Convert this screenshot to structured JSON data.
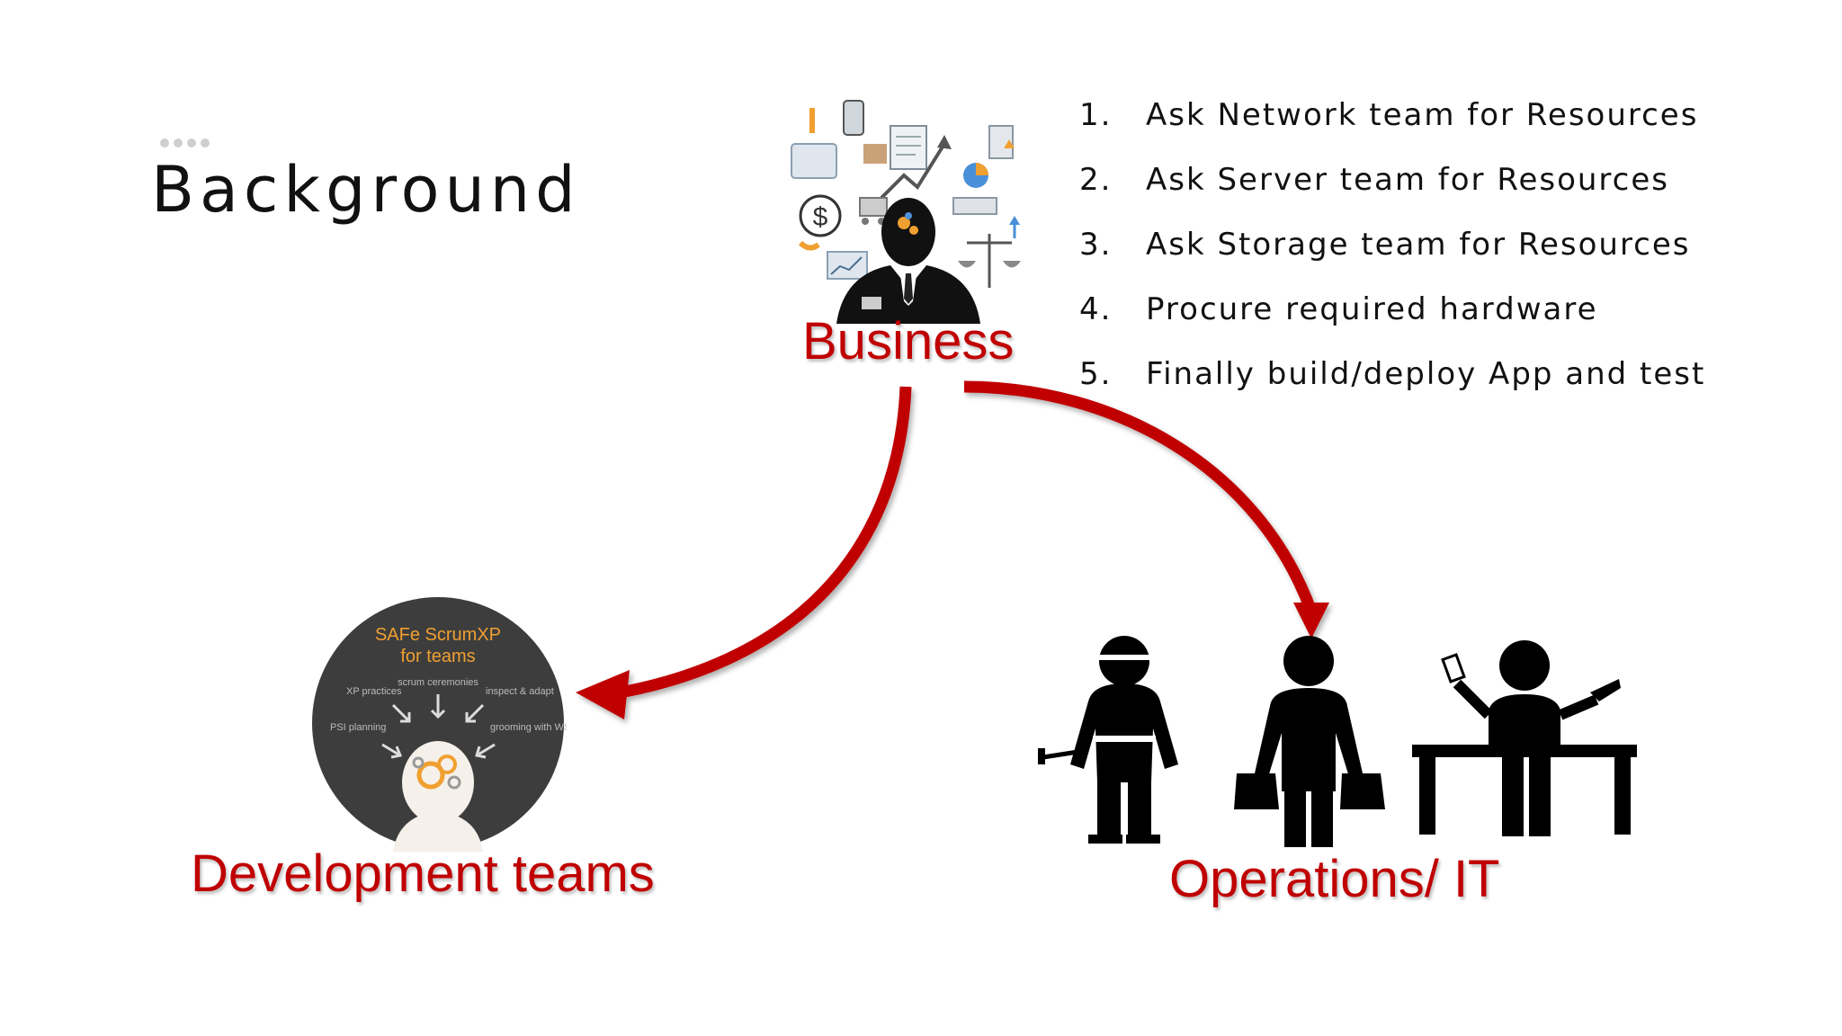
{
  "slide": {
    "title": "Background"
  },
  "nodes": {
    "business": {
      "label": "Business"
    },
    "development": {
      "label": "Development teams",
      "badge_title_line1": "SAFe ScrumXP",
      "badge_title_line2": "for teams",
      "badge_items": [
        "XP practices",
        "scrum ceremonies",
        "inspect & adapt",
        "PSI planning",
        "grooming with WSJF"
      ]
    },
    "operations": {
      "label": "Operations/ IT"
    }
  },
  "steps": [
    {
      "number": "1.",
      "text": "Ask Network team for Resources"
    },
    {
      "number": "2.",
      "text": "Ask Server team for Resources"
    },
    {
      "number": "3.",
      "text": "Ask Storage team for Resources"
    },
    {
      "number": "4.",
      "text": "Procure required hardware"
    },
    {
      "number": "5.",
      "text": "Finally build/deploy App and test"
    }
  ],
  "colors": {
    "accent_red": "#c00000",
    "badge_dark": "#3d3d3d",
    "badge_orange": "#f0a030",
    "figure_black": "#000000"
  },
  "icons": [
    "business-collage-icon",
    "scrum-head-icon",
    "operations-workers-icon",
    "arrow-to-development",
    "arrow-to-operations"
  ]
}
